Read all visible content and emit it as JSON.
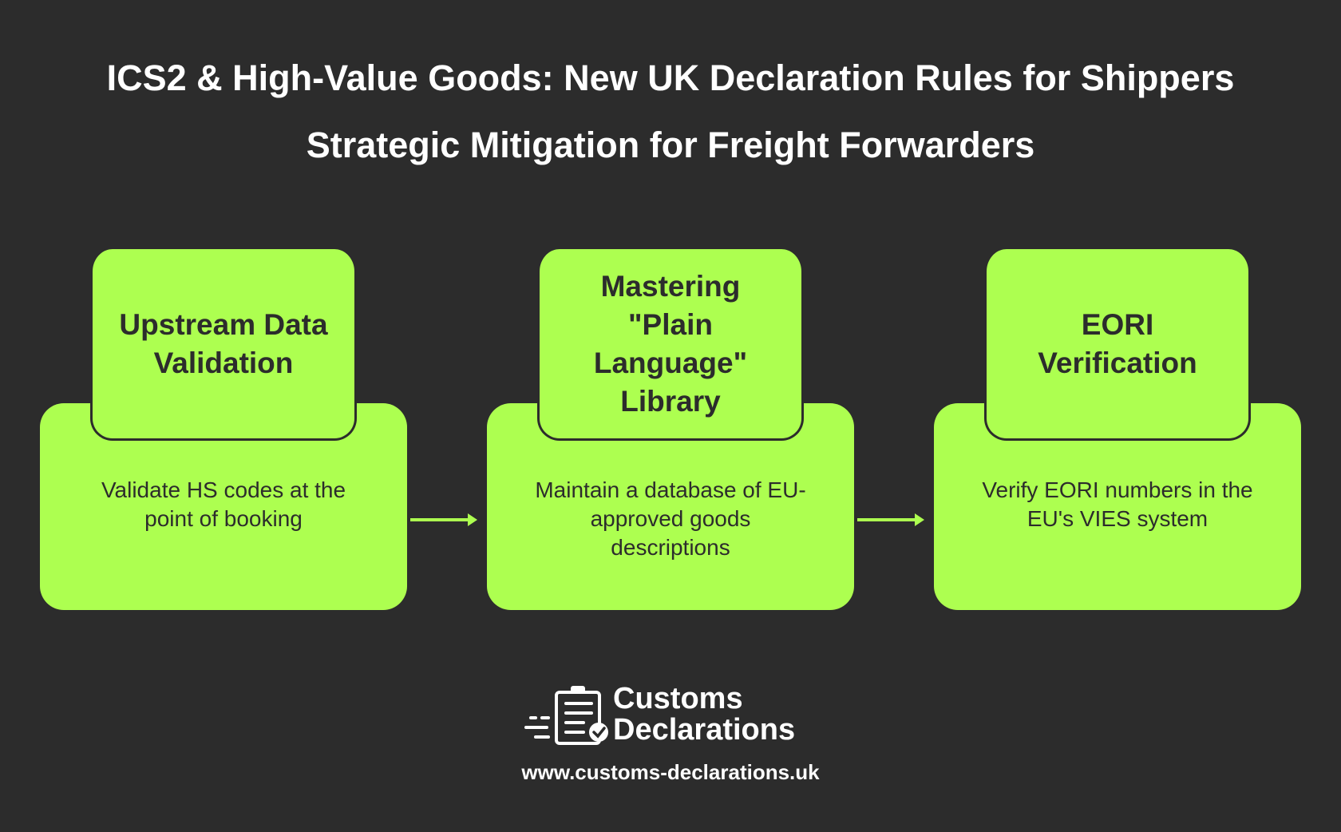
{
  "title": "ICS2 & High-Value Goods: New UK Declaration Rules for Shippers",
  "subtitle": "Strategic Mitigation for Freight Forwarders",
  "steps": [
    {
      "heading": "Upstream Data Validation",
      "description": "Validate HS codes at the point of booking"
    },
    {
      "heading": "Mastering \"Plain Language\" Library",
      "description": "Maintain a database of EU-approved goods descriptions"
    },
    {
      "heading": "EORI Verification",
      "description": "Verify EORI numbers in the EU's VIES system"
    }
  ],
  "logo": {
    "line1": "Customs",
    "line2": "Declarations",
    "url": "www.customs-declarations.uk"
  },
  "colors": {
    "background": "#2c2c2c",
    "accent": "#adff50"
  }
}
